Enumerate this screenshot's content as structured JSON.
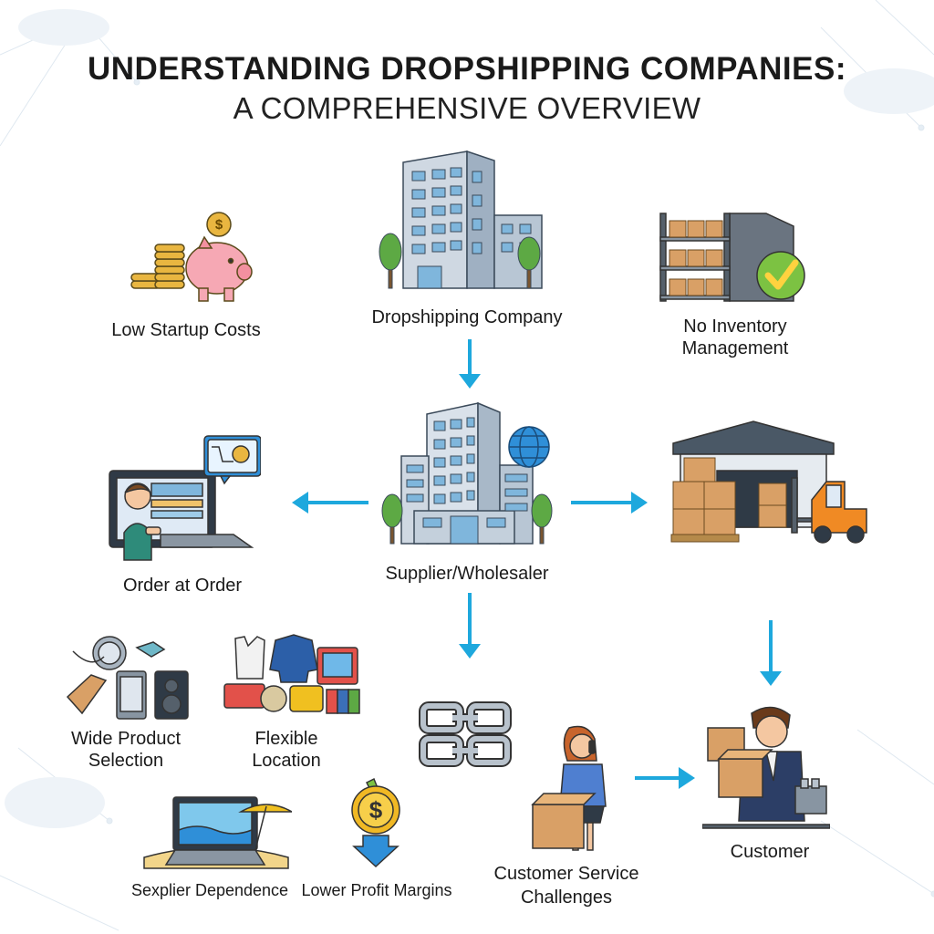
{
  "header": {
    "title": "UNDERSTANDING DROPSHIPPING COMPANIES:",
    "subtitle": "A COMPREHENSIVE OVERVIEW"
  },
  "nodes": {
    "low_startup_costs": "Low Startup Costs",
    "dropshipping_company": "Dropshipping Company",
    "no_inventory_line1": "No Inventory",
    "no_inventory_line2": "Management",
    "order_at_order": "Order at Order",
    "supplier_wholesaler": "Supplier/Wholesaler",
    "wide_selection_line1": "Wide Product",
    "wide_selection_line2": "Selection",
    "flexible_location_line1": "Flexible",
    "flexible_location_line2": "Location",
    "supplier_dependence": "Sexplier Dependence",
    "lower_profit_margins": "Lower Profit Margins",
    "customer_service_line1": "Customer Service",
    "customer_service_line2": "Challenges",
    "customer": "Customer"
  },
  "colors": {
    "arrow": "#1ea8dd",
    "building_blue": "#7fb6dc",
    "box_brown": "#d9a066",
    "gold": "#e9b640",
    "piggy_pink": "#f6a8b4",
    "check_green": "#7cc242",
    "forklift_orange": "#f08a24"
  },
  "icons": {
    "low_startup_costs": "coins-piggy-bank-icon",
    "dropshipping_company": "office-building-icon",
    "no_inventory": "shelf-checkmark-icon",
    "order_at_order": "laptop-shopper-icon",
    "supplier_wholesaler": "globe-building-icon",
    "warehouse": "warehouse-forklift-icon",
    "wide_selection": "product-assortment-icon",
    "flexible_location": "clothing-goods-icon",
    "chain": "chain-link-icon",
    "supplier_dependence": "beach-laptop-icon",
    "lower_profit_margins": "dollar-down-arrow-icon",
    "customer_service": "woman-phone-box-icon",
    "customer": "man-receiving-box-icon"
  }
}
